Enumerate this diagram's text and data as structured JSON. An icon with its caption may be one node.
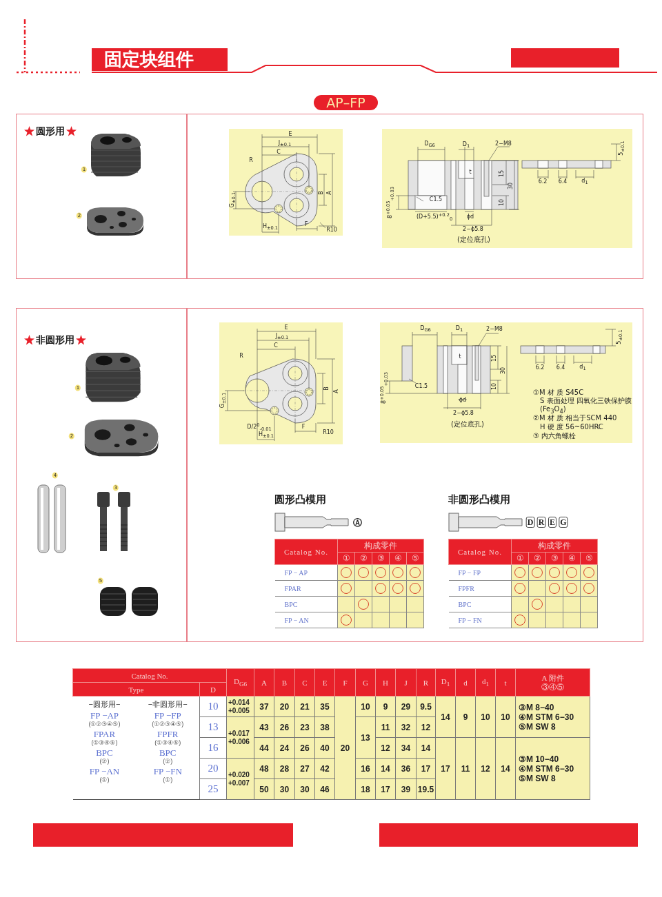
{
  "diagram": {
    "title": "固定块组件",
    "labels": [
      "AP–FP",
      "圆形用",
      "1",
      "2",
      "E",
      "J$_{±0.1}$",
      "C",
      "R",
      "G$_{±0.1}$",
      "B",
      "A",
      "H$_{±0.1}$",
      "F",
      "R10",
      "D$_{G6}$",
      "D$_{1}$",
      "2−M8",
      "t",
      "15",
      "30",
      "10",
      "8$^{+0.05}$$_{+0.03}$",
      "C1.5",
      "(D+5.5)$^{+0.2}$$_{0}$",
      "ϕd",
      "2−ϕ5.8",
      "(定位底孔)",
      "6.2",
      "6.4",
      "d$_{1}$",
      "5$_{±0.1}$",
      "非圆形用",
      "1",
      "2",
      "4",
      "3",
      "5",
      "E",
      "J$_{±0.1}$",
      "C",
      "R",
      "G$_{±0.1}$",
      "B",
      "A",
      "D/2$^{0}$$_{-0.01}$",
      "H$_{±0.1}$",
      "F",
      "R10",
      "D$_{G6}$",
      "D$_{1}$",
      "2−M8",
      "t",
      "15",
      "30",
      "10",
      "8$^{+0.05}$$_{+0.03}$",
      "C1.5",
      "ϕd",
      "2−ϕ5.8",
      "(定位底孔)",
      "6.2",
      "6.4",
      "d$_{1}$",
      "5$_{±0.1}$",
      "①M 材 质 S45C",
      "S 表面处理 四氧化三铁保护膜 (Fe$_{3}$O$_{4}$)",
      "②M 材 质 相当于SCM 440",
      "H 硬 度 56~60HRC",
      "③ 内六角螺栓",
      "圆形凸模用",
      "Ⓐ",
      "Catalog No.",
      "构成零件",
      "①",
      "②",
      "③",
      "④",
      "⑤",
      "FP − AP",
      "FPAR",
      "BPC",
      "FP − AN",
      "非圆形凸模用",
      "D",
      "R",
      "E",
      "G",
      "Catalog No.",
      "构成零件",
      "①",
      "②",
      "③",
      "④",
      "⑤",
      "FP − FP",
      "FPFR",
      "BPC",
      "FP − FN",
      "Catalog No.",
      "D$_{G6}$",
      "A",
      "B",
      "C",
      "E",
      "F",
      "G",
      "H",
      "J",
      "R",
      "D$_{1}$",
      "d",
      "d$_{1}$",
      "t",
      "A 附件 ③④⑤",
      "Type",
      "D",
      "−圆形用−",
      "−非圆形用−",
      "FP −AP",
      "FP −FP",
      "(①②③④⑤)",
      "(①②③④⑤)",
      "FPAR",
      "FPFR",
      "(①③④⑤)",
      "(①③④⑤)",
      "BPC",
      "BPC",
      "(②)",
      "(②)",
      "FP −AN",
      "FP −FN",
      "(①)",
      "(①)",
      "10",
      "+0.014 +0.005",
      "37",
      "20",
      "21",
      "35",
      "20",
      "10",
      "9",
      "29",
      "9.5",
      "14",
      "9",
      "10",
      "10",
      "13",
      "+0.017 +0.006",
      "43",
      "26",
      "23",
      "38",
      "13",
      "11",
      "32",
      "12",
      "③M 8−40",
      "④M STM 6−30",
      "⑤M SW 8",
      "16",
      "44",
      "24",
      "26",
      "40",
      "12",
      "34",
      "14",
      "20",
      "+0.020 +0.007",
      "48",
      "28",
      "27",
      "42",
      "16",
      "14",
      "36",
      "17",
      "17",
      "11",
      "12",
      "14",
      "③M 10−40",
      "④M STM 6−30",
      "⑤M SW 8",
      "25",
      "50",
      "30",
      "30",
      "46",
      "18",
      "17",
      "39",
      "19.5"
    ]
  }
}
